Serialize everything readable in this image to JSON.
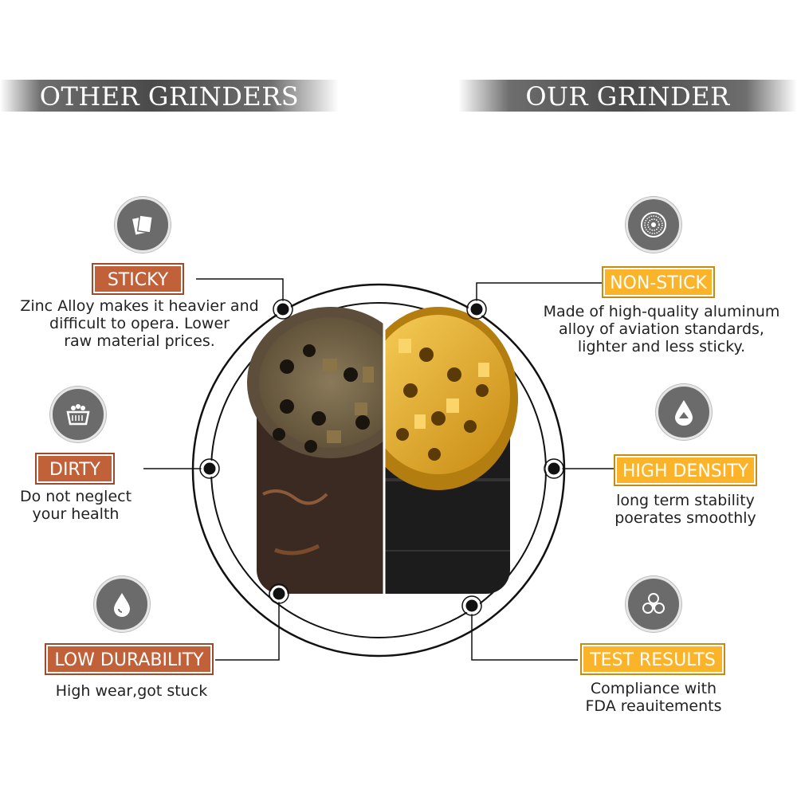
{
  "headers": {
    "left": "OTHER GRINDERS",
    "right": "OUR GRINDER"
  },
  "left_features": [
    {
      "icon": "sticky-note-icon",
      "label": "STICKY",
      "desc": [
        "Zinc Alloy makes it heavier and",
        "difficult to opera. Lower",
        "raw material prices."
      ]
    },
    {
      "icon": "basket-icon",
      "label": "DIRTY",
      "desc": [
        "Do not neglect",
        "your health"
      ]
    },
    {
      "icon": "water-drop-icon",
      "label": "LOW DURABILITY",
      "desc": [
        "High wear,got stuck"
      ]
    }
  ],
  "right_features": [
    {
      "icon": "mesh-disc-icon",
      "label": "NON-STICK",
      "desc": [
        "Made of high-quality aluminum",
        "alloy of aviation standards,",
        "lighter and less sticky."
      ]
    },
    {
      "icon": "density-drop-icon",
      "label": "HIGH DENSITY",
      "desc": [
        "long term stability",
        "poerates smoothly"
      ]
    },
    {
      "icon": "biohazard-icon",
      "label": "TEST RESULTS",
      "desc": [
        "Compliance with",
        "FDA reauitements"
      ]
    }
  ],
  "colors": {
    "bad_label": "#c0613a",
    "good_label": "#fbb429",
    "icon_bg": "#6b6b6b",
    "banner": "#4a4a4a"
  }
}
